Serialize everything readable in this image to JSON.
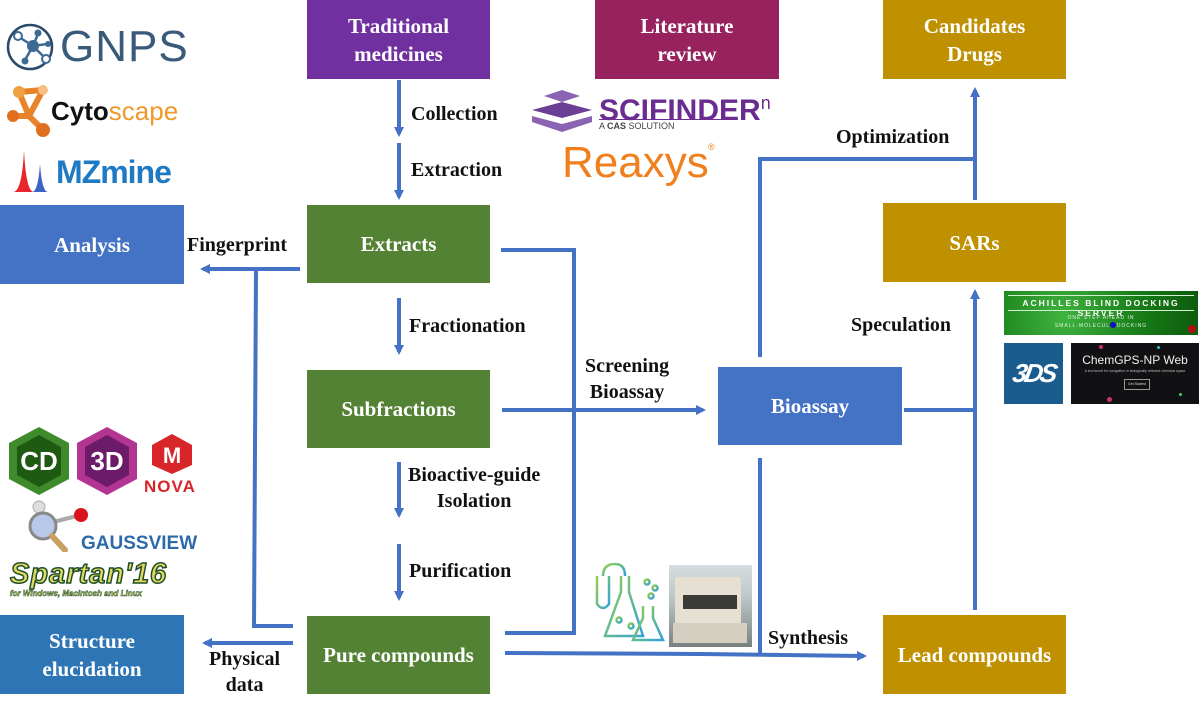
{
  "title": "Natural product drug discovery workflow",
  "colors": {
    "arrow": "#4472c4",
    "purple": "#7030a0",
    "magenta": "#97225e",
    "green": "#548235",
    "blue": "#4472c4",
    "steel_blue": "#2e75b6",
    "gold": "#bf9000"
  },
  "nodes": {
    "traditional_medicines": "Traditional\nmedicines",
    "literature_review": "Literature\nreview",
    "candidates_drugs": "Candidates\nDrugs",
    "analysis": "Analysis",
    "extracts": "Extracts",
    "sars": "SARs",
    "subfractions": "Subfractions",
    "bioassay": "Bioassay",
    "structure_elucidation": "Structure\nelucidation",
    "pure_compounds": "Pure compounds",
    "lead_compounds": "Lead compounds"
  },
  "edge_labels": {
    "collection": "Collection",
    "extraction": "Extraction",
    "fingerprint": "Fingerprint",
    "fractionation": "Fractionation",
    "screening_bioassay": "Screening\nBioassay",
    "bioactive_guide_isolation": "Bioactive-guide\nIsolation",
    "purification": "Purification",
    "physical_data": "Physical\ndata",
    "synthesis": "Synthesis",
    "optimization": "Optimization",
    "speculation": "Speculation"
  },
  "logos": {
    "gnps": "GNPS",
    "cytoscape_a": "Cyto",
    "cytoscape_b": "scape",
    "mzmine": "MZmine",
    "scifinder": "SCIFINDER",
    "scifinder_sup": "n",
    "scifinder_sub_a": "A ",
    "scifinder_sub_b": "CAS",
    "scifinder_sub_c": " SOLUTION",
    "reaxys": "Reaxys",
    "reaxys_reg": "®",
    "chemdraw": "CD",
    "chem3d": "3D",
    "nova": "NOVA",
    "nova_mark": "M",
    "gaussview": "GAUSSVIEW",
    "spartan": "Spartan'16",
    "spartan_sub": "for Windows, Macintosh and Linux",
    "achilles_title": "ACHILLES BLIND DOCKING SERVER",
    "achilles_sub1": "ONE STEP AHEAD IN",
    "achilles_sub2": "SMALL-MOLECULE DOCKING",
    "dassault": "3DS",
    "chemgps_title": "ChemGPS-NP Web",
    "chemgps_sub": "A tool tuned for navigation in biologically relevant chemical space",
    "chemgps_button": "Get Started"
  }
}
